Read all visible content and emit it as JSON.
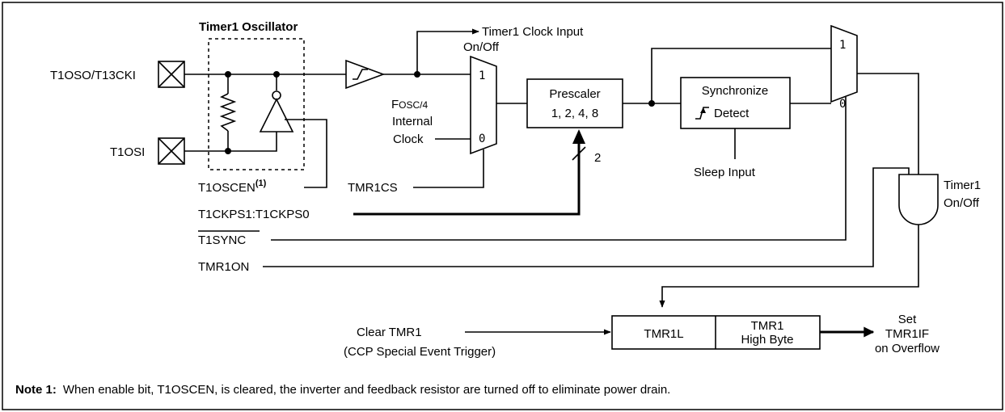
{
  "oscillator": {
    "title": "Timer1 Oscillator",
    "pin_t1oso": "T1OSO/T13CKI",
    "pin_t1osi": "T1OSI",
    "enable_signal": "T1OSCEN",
    "enable_superscript": "(1)"
  },
  "clock_mux": {
    "on_off_label": "On/Off",
    "clock_input_label": "Timer1 Clock Input",
    "input_1": "1",
    "input_0": "0",
    "fosc_prefix": "F",
    "fosc_suffix": "OSC/4",
    "internal_label": "Internal",
    "clock_label": "Clock",
    "select_signal": "TMR1CS"
  },
  "prescaler": {
    "title": "Prescaler",
    "values": "1, 2, 4, 8",
    "select_signal": "T1CKPS1:T1CKPS0",
    "bus_width": "2"
  },
  "synchronizer": {
    "title": "Synchronize",
    "detect_label": "Detect",
    "sleep_input": "Sleep Input"
  },
  "sync_mux": {
    "input_1": "1",
    "input_0": "0",
    "select_signal": "T1SYNC"
  },
  "control": {
    "tmr1on": "TMR1ON",
    "gate_label_line1": "Timer1",
    "gate_label_line2": "On/Off"
  },
  "counter": {
    "clear_label": "Clear TMR1",
    "clear_source": "(CCP Special Event Trigger)",
    "low_register": "TMR1L",
    "high_register_line1": "TMR1",
    "high_register_line2": "High Byte",
    "flag_line1": "Set",
    "flag_line2": "TMR1IF",
    "flag_line3": "on Overflow"
  },
  "note": {
    "label": "Note 1:",
    "text": "When enable bit, T1OSCEN, is cleared, the inverter and feedback resistor are turned off to eliminate power drain."
  }
}
